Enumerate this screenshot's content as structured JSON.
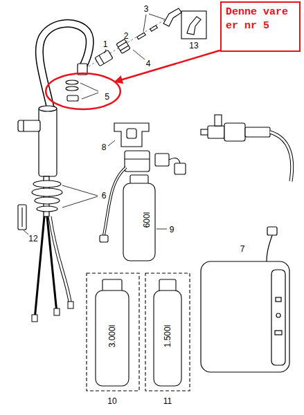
{
  "diagram": {
    "nodes": [
      {
        "text": [
          "Denne vare er nr 5"
        ]
      },
      {
        "text": [
          "5"
        ]
      }
    ],
    "edges": [
      {
        "from": 0,
        "to": 1,
        "arrow": "to"
      }
    ],
    "labels": [
      "3",
      "1",
      "2",
      "4",
      "13",
      "8",
      "6",
      "12",
      "600l",
      "9",
      "7",
      "3.000l",
      "1.500l",
      "10",
      "11"
    ]
  }
}
